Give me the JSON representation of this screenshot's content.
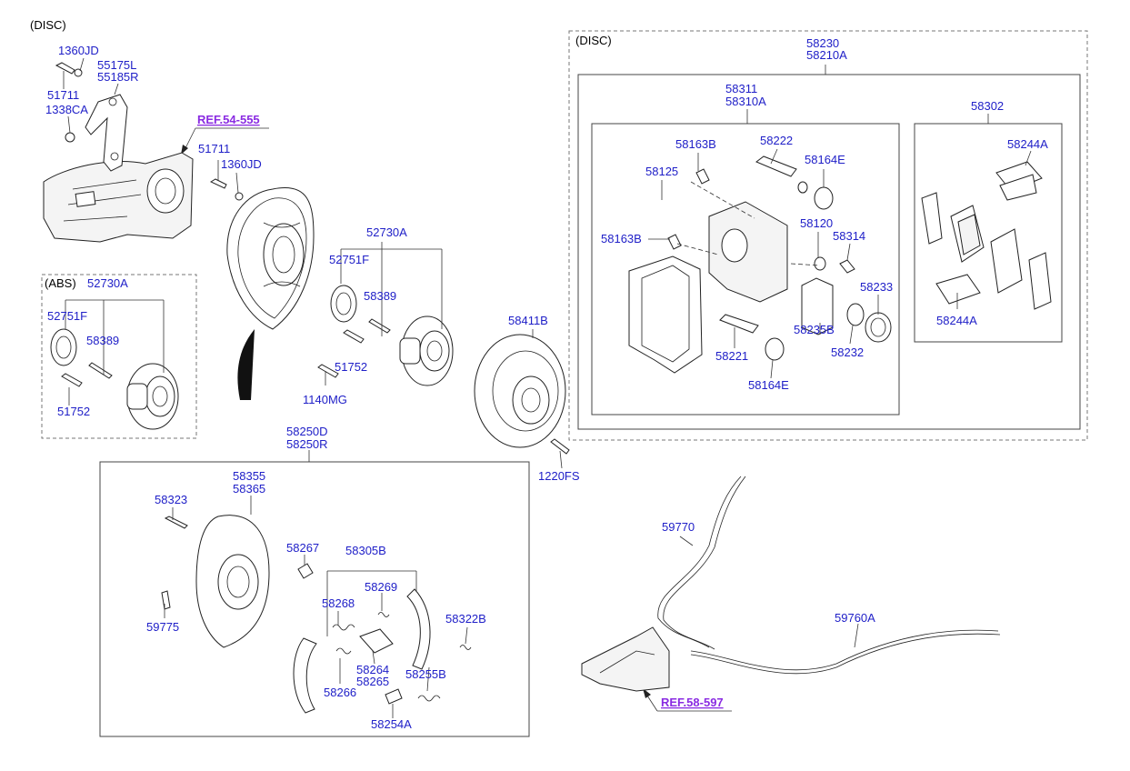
{
  "section_labels": {
    "disc_top": "(DISC)",
    "disc_box": "(DISC)",
    "abs_box": "(ABS)"
  },
  "refs": {
    "knuckle": "REF.54-555",
    "parking_lever": "REF.58-597"
  },
  "parts": {
    "p1360jd_a": "1360JD",
    "p55175l": "55175L",
    "p55185r": "55185R",
    "p51711_a": "51711",
    "p1338ca": "1338CA",
    "p51711_b": "51711",
    "p1360jd_b": "1360JD",
    "p52730a_a": "52730A",
    "p52751f_a": "52751F",
    "p58389_a": "58389",
    "p51752_a": "51752",
    "p1140mg": "1140MG",
    "p52730a_b": "52730A",
    "p52751f_b": "52751F",
    "p58389_b": "58389",
    "p51752_b": "51752",
    "p58411b": "58411B",
    "p1220fs": "1220FS",
    "p58230": "58230",
    "p58210a": "58210A",
    "p58311": "58311",
    "p58310a": "58310A",
    "p58302": "58302",
    "p58244a_a": "58244A",
    "p58244a_b": "58244A",
    "p58163b_a": "58163B",
    "p58222": "58222",
    "p58164e_a": "58164E",
    "p58125": "58125",
    "p58163b_b": "58163B",
    "p58120": "58120",
    "p58314": "58314",
    "p58233": "58233",
    "p58235b": "58235B",
    "p58232": "58232",
    "p58221": "58221",
    "p58164e_b": "58164E",
    "p58250d": "58250D",
    "p58250r": "58250R",
    "p58355": "58355",
    "p58365": "58365",
    "p58323": "58323",
    "p58267": "58267",
    "p58305b": "58305B",
    "p58269": "58269",
    "p58268": "58268",
    "p58322b": "58322B",
    "p58264": "58264",
    "p58265": "58265",
    "p58255b": "58255B",
    "p58266": "58266",
    "p58254a": "58254A",
    "p59775": "59775",
    "p59770": "59770",
    "p59760a": "59760A"
  },
  "colors": {
    "part_number": "#2020c8",
    "reference": "#8a2be2",
    "line": "#333333"
  }
}
